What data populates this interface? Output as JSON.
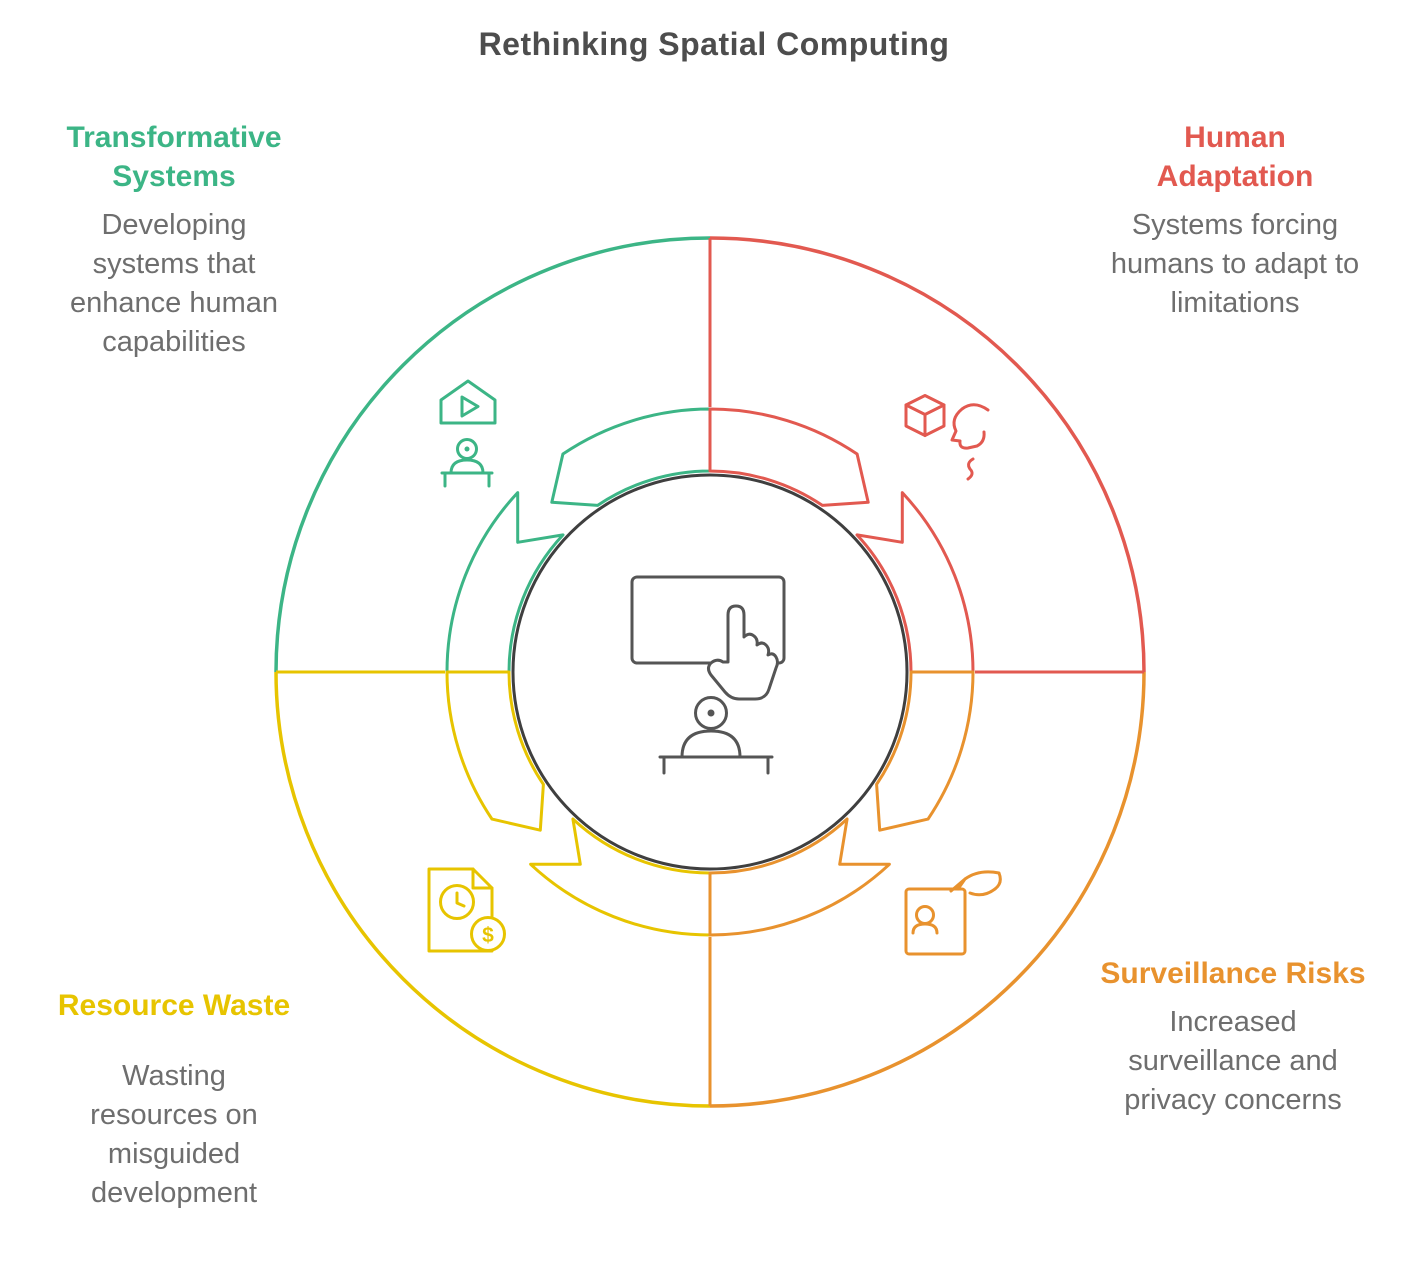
{
  "title": "Rethinking Spatial Computing",
  "palette": {
    "title_text": "#4d4d4d",
    "body_text": "#6e6e6e",
    "center_ring": "#3f3f3f",
    "center_icon": "#555555",
    "background": "#ffffff"
  },
  "center": {
    "icon": "touchscreen-user-icon"
  },
  "icons": {
    "dollar_symbol": "$"
  },
  "quadrants": [
    {
      "id": "transformative-systems",
      "position": "top-left",
      "label": "Transformative Systems",
      "description": "Developing systems that enhance human capabilities",
      "color": "#3cb586",
      "icon": "home-video-person-icon"
    },
    {
      "id": "human-adaptation",
      "position": "top-right",
      "label": "Human Adaptation",
      "description": "Systems forcing humans to adapt to limitations",
      "color": "#e25950",
      "icon": "cube-head-icon"
    },
    {
      "id": "resource-waste",
      "position": "bottom-left",
      "label": "Resource Waste",
      "description": "Wasting resources on misguided development",
      "color": "#e7c400",
      "icon": "document-clock-coin-icon"
    },
    {
      "id": "surveillance-risks",
      "position": "bottom-right",
      "label": "Surveillance Risks",
      "description": "Increased surveillance and privacy concerns",
      "color": "#e8922e",
      "icon": "id-card-hand-icon"
    }
  ]
}
